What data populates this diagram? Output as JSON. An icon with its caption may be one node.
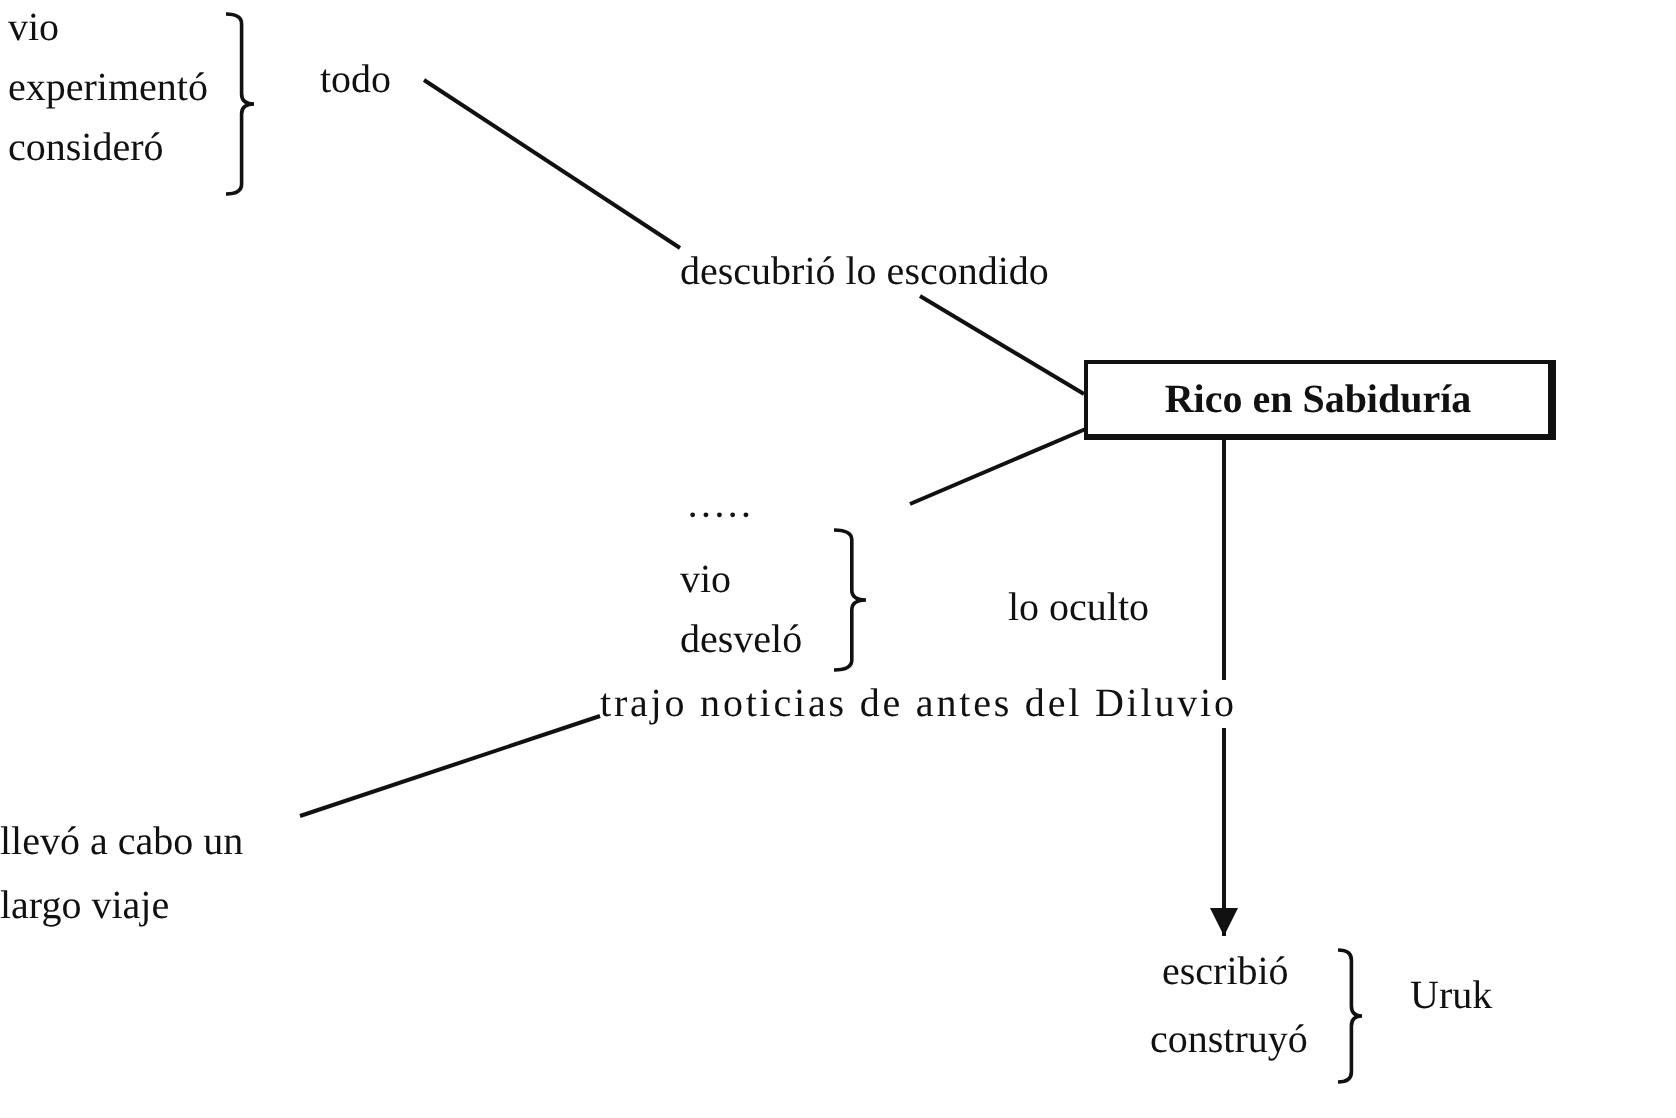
{
  "diagram": {
    "nodes": [
      {
        "text": [
          "vio",
          "experimentó",
          "consideró",
          "todo"
        ]
      },
      {
        "text": [
          "descubrió lo escondido"
        ]
      },
      {
        "text": [
          "Rico en Sabiduría"
        ]
      },
      {
        "text": [
          "·····",
          "vio",
          "desveló",
          "lo oculto"
        ]
      },
      {
        "text": [
          "trajo noticias de antes del Diluvio"
        ]
      },
      {
        "text": [
          "llevó a cabo un largo viaje"
        ]
      },
      {
        "text": [
          "escribió",
          "construyó",
          "Uruk"
        ]
      }
    ],
    "edges": [
      {
        "from": 0,
        "to": 1,
        "arrow": "none"
      },
      {
        "from": 1,
        "to": 2,
        "arrow": "none"
      },
      {
        "from": 3,
        "to": 2,
        "arrow": "none"
      },
      {
        "from": 2,
        "to": 4,
        "arrow": "none"
      },
      {
        "from": 4,
        "to": 6,
        "arrow": "to"
      },
      {
        "from": 4,
        "to": 5,
        "arrow": "none"
      }
    ]
  }
}
